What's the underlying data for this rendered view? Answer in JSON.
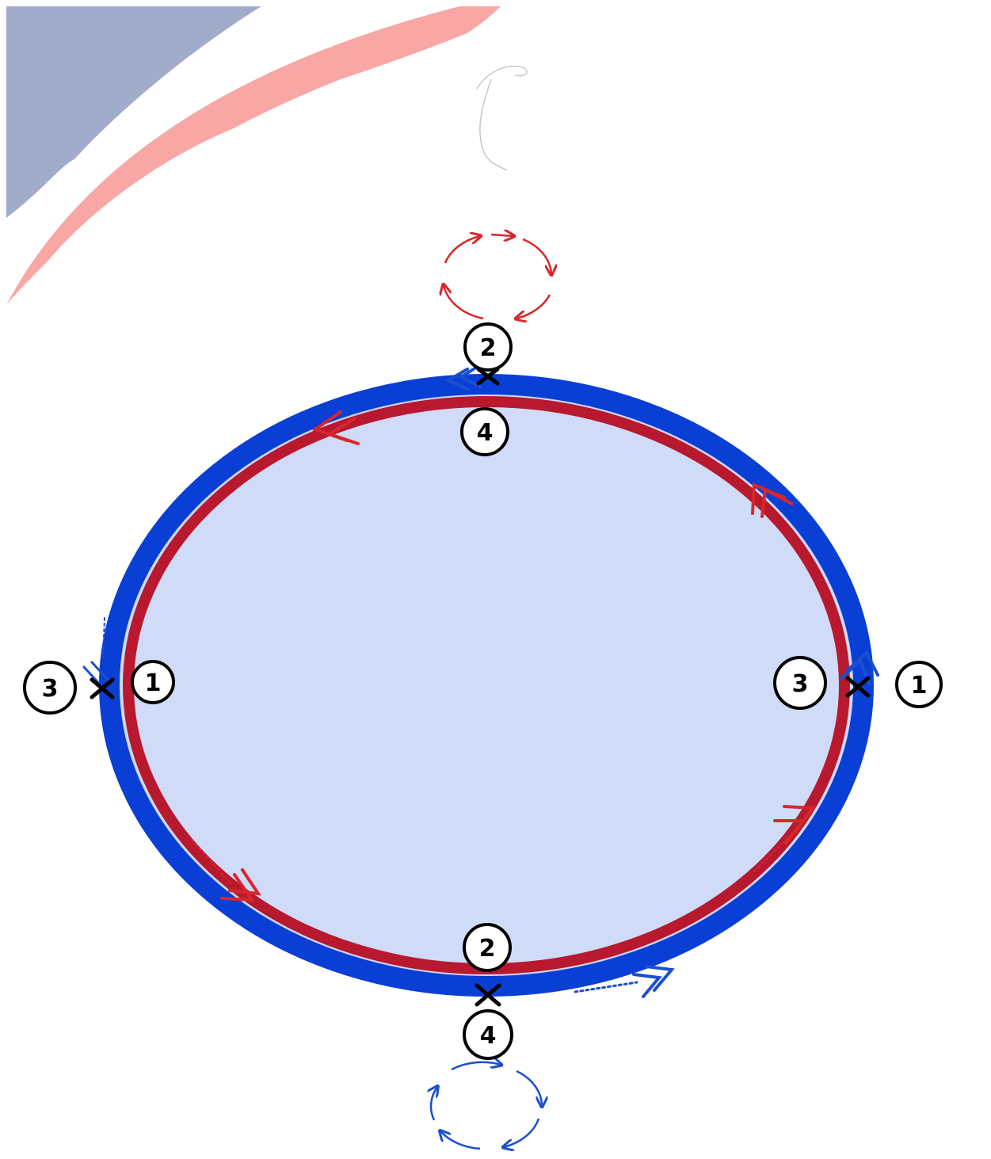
{
  "colors": {
    "outer_ring": "#0a3fd6",
    "inner_ring": "#b8192f",
    "fill": "#cfdbf7",
    "red_arrow": "#d8262a",
    "blue_arrow": "#1b4fd1",
    "marker": "#000000",
    "deco_slate": "#97a2c4",
    "deco_pink": "#f7a09c"
  },
  "icons": {
    "top_cycle": "counterclockwise-cycle-arrows-icon",
    "bottom_cycle": "clockwise-cycle-arrows-icon",
    "cross": "x-mark-icon"
  },
  "labels": {
    "top_outer": "2",
    "top_inner": "4",
    "left_outer": "3",
    "left_inner": "1",
    "right_inner": "3",
    "right_outer": "1",
    "bottom_inner": "2",
    "bottom_outer": "4"
  }
}
